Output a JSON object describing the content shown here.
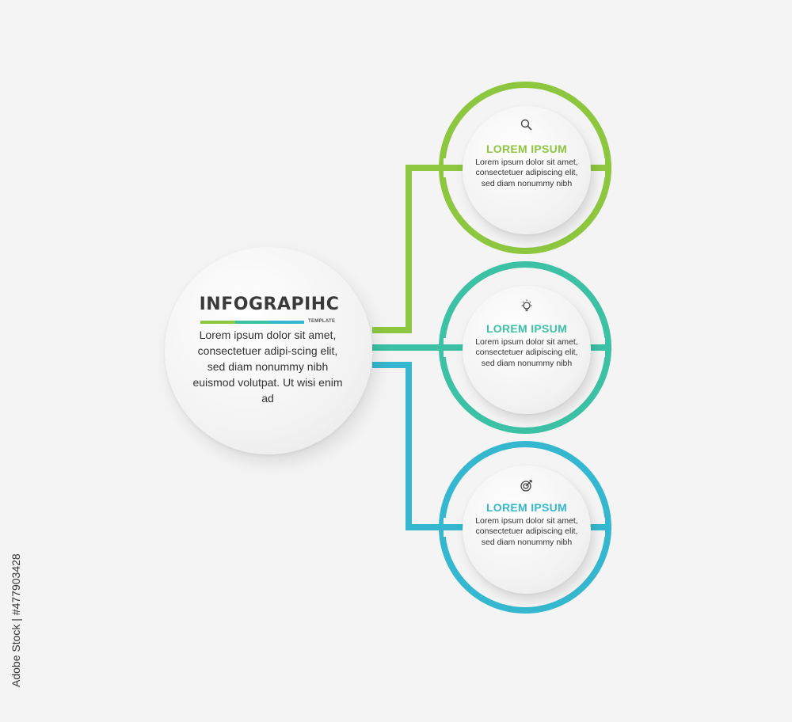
{
  "main": {
    "title": "INFOGRAPIHC",
    "subtitle": "TEMPLATE",
    "body": "Lorem ipsum dolor sit amet, consectetuer adipi-scing elit, sed diam nonummy nibh euismod volutpat. Ut wisi enim ad"
  },
  "items": [
    {
      "title": "LOREM IPSUM",
      "body": "Lorem ipsum dolor sit amet, consectetuer adipiscing elit, sed diam nonummy nibh",
      "icon": "magnifier-icon",
      "color": "#8dc63f"
    },
    {
      "title": "LOREM IPSUM",
      "body": "Lorem ipsum dolor sit amet, consectetuer adipiscing elit, sed diam nonummy nibh",
      "icon": "lightbulb-icon",
      "color": "#3cc1a5"
    },
    {
      "title": "LOREM IPSUM",
      "body": "Lorem ipsum dolor sit amet, consectetuer adipiscing elit, sed diam nonummy nibh",
      "icon": "target-icon",
      "color": "#35b8cf"
    }
  ],
  "watermark": "Adobe Stock | #477903428",
  "colors": {
    "background": "#f4f4f4",
    "green": "#8dc63f",
    "teal": "#3cc1a5",
    "cyan": "#35b8cf",
    "text": "#333333"
  }
}
